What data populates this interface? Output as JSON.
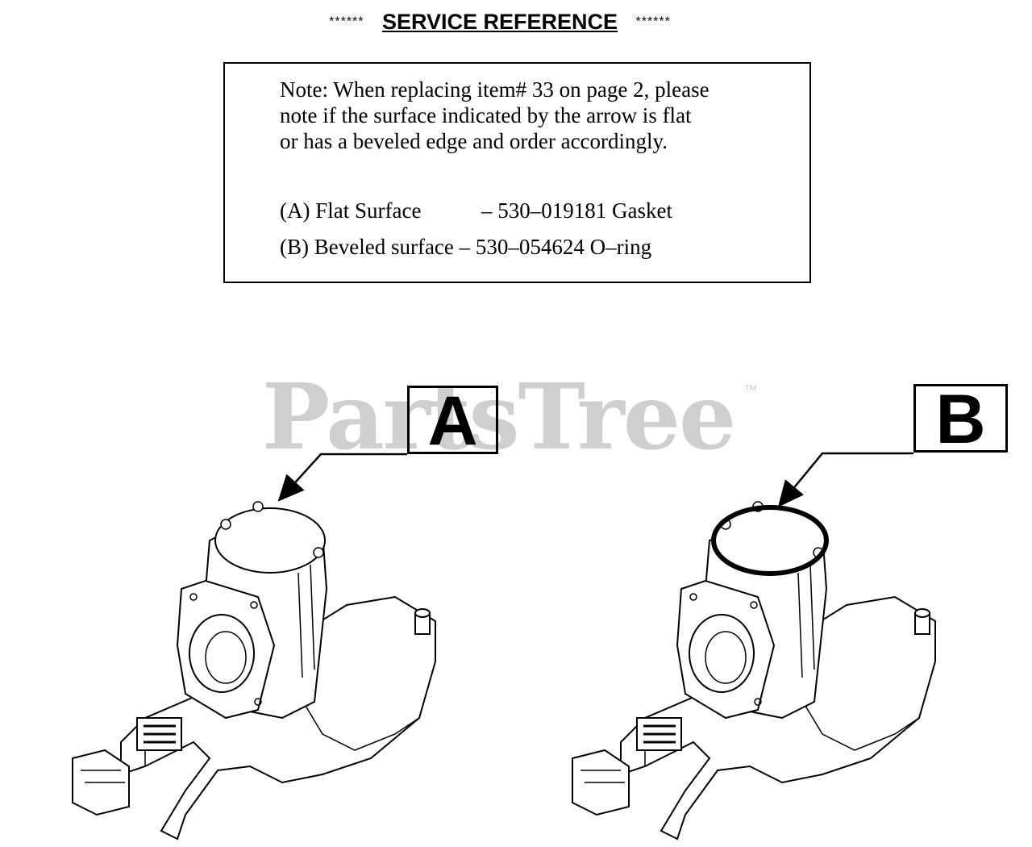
{
  "header": {
    "stars_left": "******",
    "title": "SERVICE REFERENCE",
    "stars_right": "******"
  },
  "note": {
    "lines": [
      "Note: When replacing item# 33 on page 2, please",
      "note if the surface indicated by the arrow is flat",
      "or has a beveled edge and order accordingly."
    ]
  },
  "options": [
    {
      "label": "(A) Flat Surface",
      "part": "– 530–019181 Gasket"
    },
    {
      "label": "(B) Beveled surface",
      "part": "– 530–054624 O–ring"
    }
  ],
  "watermark": {
    "text": "PartsTree",
    "tm": "™"
  },
  "variants": [
    {
      "letter": "A"
    },
    {
      "letter": "B"
    }
  ]
}
